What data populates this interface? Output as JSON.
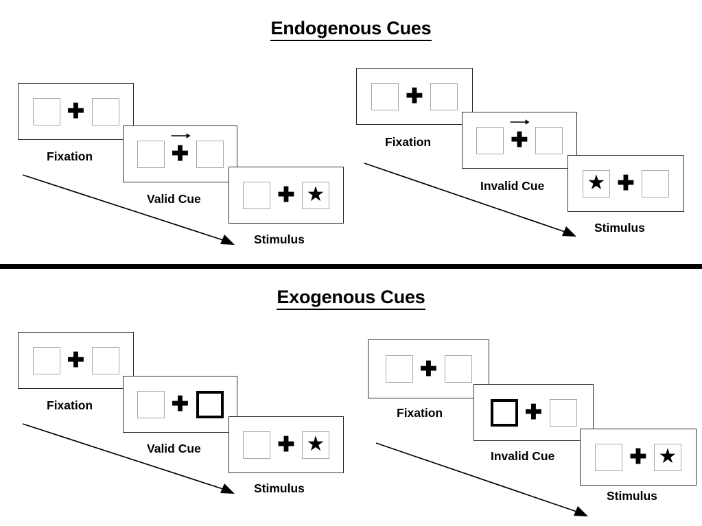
{
  "sections": [
    {
      "id": "endogenous",
      "title": "Endogenous Cues",
      "columns": [
        {
          "id": "endogenous-valid",
          "steps": [
            {
              "caption": "Fixation",
              "left_box": "empty",
              "right_box": "empty",
              "cue_arrow": false
            },
            {
              "caption": "Valid Cue",
              "left_box": "empty",
              "right_box": "empty",
              "cue_arrow": true,
              "cue_arrow_direction": "right"
            },
            {
              "caption": "Stimulus",
              "left_box": "empty",
              "right_box": "star",
              "cue_arrow": false
            }
          ]
        },
        {
          "id": "endogenous-invalid",
          "steps": [
            {
              "caption": "Fixation",
              "left_box": "empty",
              "right_box": "empty",
              "cue_arrow": false
            },
            {
              "caption": "Invalid Cue",
              "left_box": "empty",
              "right_box": "empty",
              "cue_arrow": true,
              "cue_arrow_direction": "right"
            },
            {
              "caption": "Stimulus",
              "left_box": "star",
              "right_box": "empty",
              "cue_arrow": false
            }
          ]
        }
      ]
    },
    {
      "id": "exogenous",
      "title": "Exogenous Cues",
      "columns": [
        {
          "id": "exogenous-valid",
          "steps": [
            {
              "caption": "Fixation",
              "left_box": "empty",
              "right_box": "empty",
              "cue_arrow": false
            },
            {
              "caption": "Valid Cue",
              "left_box": "empty",
              "right_box": "highlight",
              "cue_arrow": false
            },
            {
              "caption": "Stimulus",
              "left_box": "empty",
              "right_box": "star",
              "cue_arrow": false
            }
          ]
        },
        {
          "id": "exogenous-invalid",
          "steps": [
            {
              "caption": "Fixation",
              "left_box": "empty",
              "right_box": "empty",
              "cue_arrow": false
            },
            {
              "caption": "Invalid Cue",
              "left_box": "highlight",
              "right_box": "empty",
              "cue_arrow": false
            },
            {
              "caption": "Stimulus",
              "left_box": "empty",
              "right_box": "star",
              "cue_arrow": false
            }
          ]
        }
      ]
    }
  ],
  "glyphs": {
    "plus": "✚",
    "star": "★"
  },
  "colors": {
    "stroke": "#000000",
    "panel_border": "#2b2b2b",
    "box_border": "#a6a6a6",
    "highlight_border": "#000000",
    "background": "#ffffff"
  }
}
